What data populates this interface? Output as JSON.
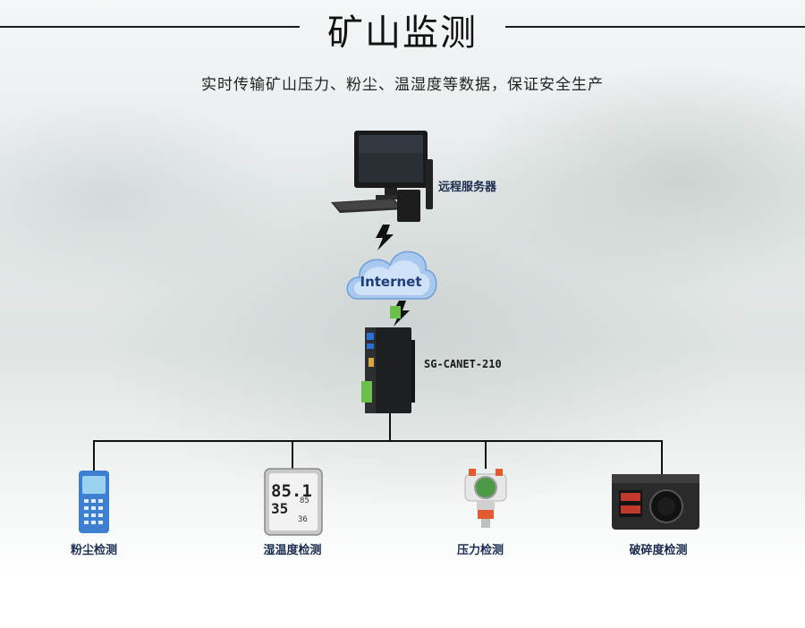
{
  "header": {
    "title": "矿山监测",
    "subtitle": "实时传输矿山压力、粉尘、温湿度等数据，保证安全生产"
  },
  "network": {
    "server_label": "远程服务器",
    "cloud_label": "Internet",
    "device_label": "SG-CANET-210"
  },
  "sensors": [
    {
      "label": "粉尘检测"
    },
    {
      "label": "湿温度检测"
    },
    {
      "label": "压力检测"
    },
    {
      "label": "破碎度检测"
    }
  ],
  "meter_display": {
    "big_temp": "85.1",
    "big_hum": "35",
    "small_a": "85",
    "small_b": "36"
  },
  "colors": {
    "accent_label": "#1b2d4f",
    "lightning": "#111111",
    "cloud": "#8fb8e8"
  }
}
